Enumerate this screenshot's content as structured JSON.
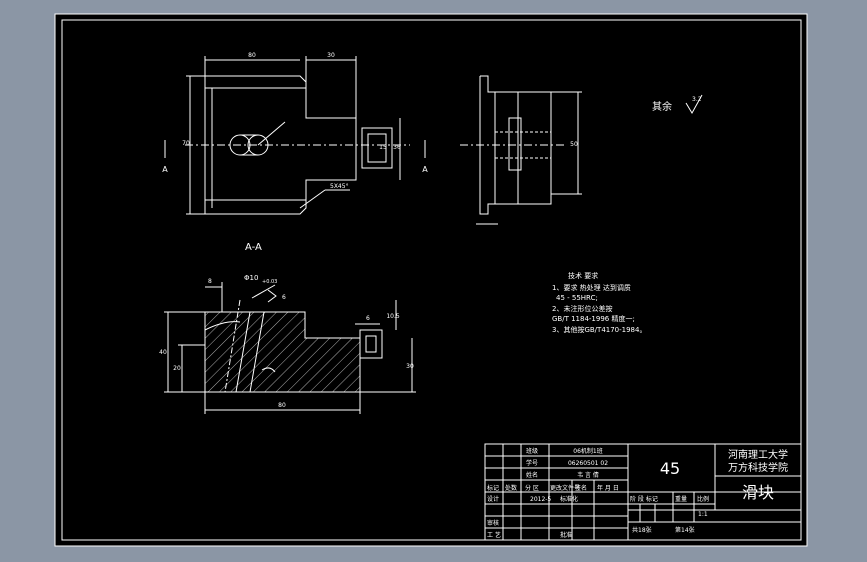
{
  "colors": {
    "background": "#8b96a5",
    "sheet": "#000000",
    "line": "#ffffff",
    "hatch": "#d8d8d8"
  },
  "front_view": {
    "dim_width": "80",
    "dim_boss": "30",
    "dim_height": "70",
    "dim_boss_h": "36",
    "dim_slot": "15",
    "chamfer": "5X45°",
    "section_mark": "A"
  },
  "side_view": {
    "dim_height": "50",
    "roughness_mark": "3.2"
  },
  "roughness_note": {
    "label": "其余"
  },
  "section_view": {
    "title": "A-A",
    "dim_top": "8",
    "hole_label": "Φ10",
    "hole_tol": "+0.03",
    "angle_mark": "6",
    "dim_height": "40",
    "dim_lower": "20",
    "dim_right_h": "30",
    "dim_width": "80",
    "dim_slot_w": "6",
    "dim_small": "10.5"
  },
  "tech_requirements": {
    "title": "技术 要求",
    "lines": [
      "1、要求 热处理 达到调质",
      "45 - 55HRC;",
      "2、未注形位公差按",
      "GB/T 1184-1996 精度一;",
      "3、其他按GB/T4170-1984。"
    ]
  },
  "title_block": {
    "material": "45",
    "school_line1": "河南理工大学",
    "school_line2": "万方科技学院",
    "part_name": "滑块",
    "row1_left": "班级",
    "row1_value": "06机制1班",
    "row2_left": "学号",
    "row2_value": "06260501 02",
    "row3_left": "姓名",
    "row3_value": "韦 言 倩",
    "rev_headers": [
      "标记",
      "处数",
      "分 区",
      "更改文件号",
      "签名",
      "年 月 日"
    ],
    "design": "设计",
    "design_date": "2012-5",
    "std": "标准化",
    "stage_label": "阶 段 标记",
    "weight_label": "重量",
    "scale_label": "比例",
    "scale_value": "1:1",
    "review": "审核",
    "process": "工 艺",
    "approve": "批准",
    "total_sheets": "共18张",
    "sheet_no": "第14张"
  }
}
